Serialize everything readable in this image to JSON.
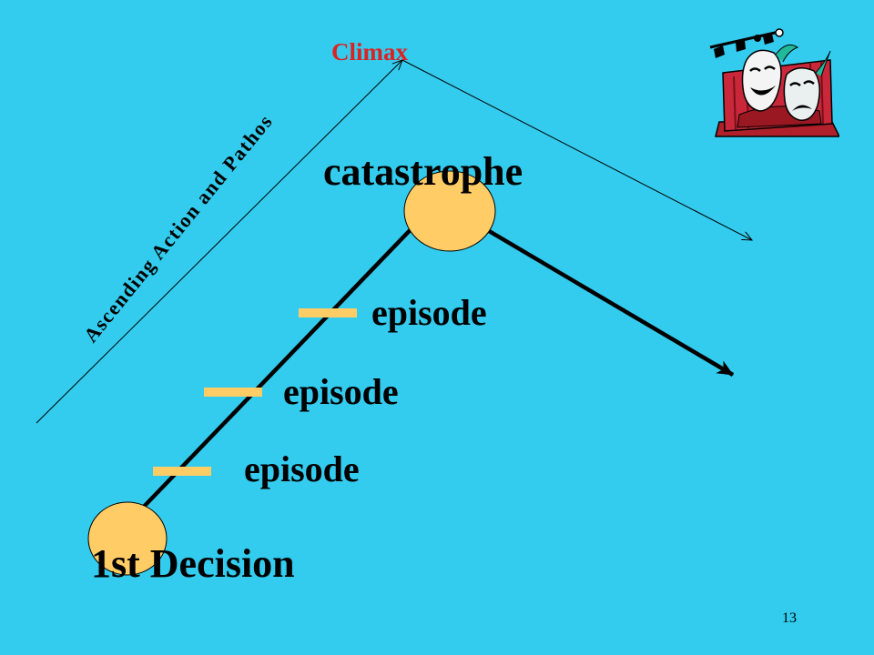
{
  "diagram": {
    "climax_label": "Climax",
    "catastrophe_label": "catastrophe",
    "episodes": [
      "episode",
      "episode",
      "episode"
    ],
    "decision_label": "1st Decision",
    "ascending_label": "Ascending Action and Pathos",
    "page_number": "13"
  },
  "colors": {
    "background": "#33ccee",
    "node_fill": "#ffcc66",
    "climax_text": "#dd2222",
    "line": "#000000"
  },
  "icons": {
    "clipart": "theater-masks-icon"
  }
}
